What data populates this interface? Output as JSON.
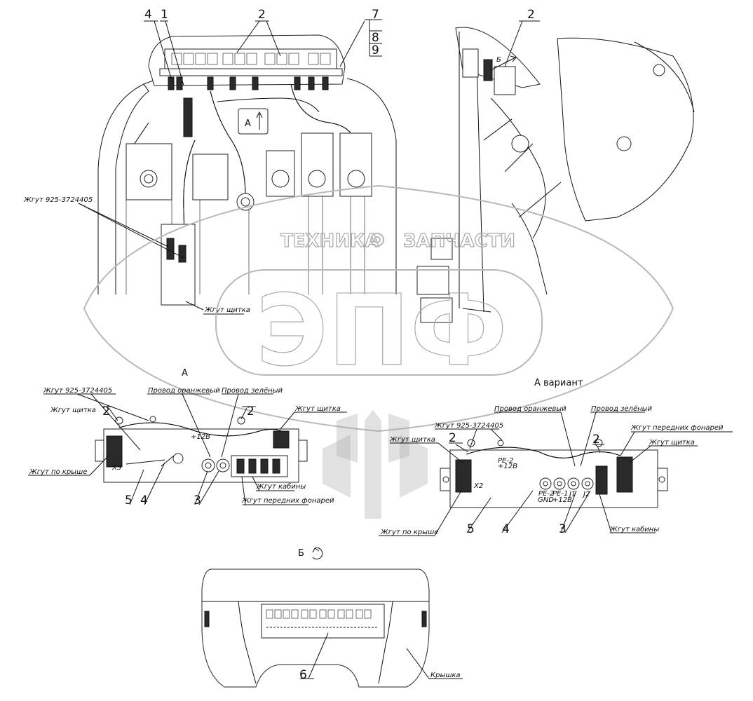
{
  "watermark": {
    "top_text_left": "ТЕХНИКА",
    "top_text_right": "ЗАПЧАСТИ",
    "main_text": "ЭПФ"
  },
  "callouts": {
    "top_left": [
      "4",
      "1",
      "2",
      "7",
      "8",
      "9"
    ],
    "top_right_2": "2",
    "top_right_b": "Б",
    "top_arrow_a": "А",
    "view_a_left": [
      "2",
      "2",
      "5",
      "4",
      "3"
    ],
    "view_a_right": [
      "2",
      "2",
      "5",
      "4",
      "3"
    ],
    "bottom": "6"
  },
  "view_titles": {
    "view_a": "А",
    "view_a_variant": "А вариант",
    "view_b": "Б"
  },
  "labels": {
    "zhgut_925": "Жгут 925-3724405",
    "zhgut_shchitka": "Жгут щитка",
    "zhgut_po_kryshe": "Жгут по крыше",
    "provod_oranzhevyi": "Провод оранжевый",
    "provod_zelenyi": "Провод зелёный",
    "zhgut_kabiny": "Жгут кабины",
    "zhgut_perednikh_fonarei": "Жгут передних фонарей",
    "kryshka": "Крышка"
  },
  "terminal_marks": {
    "plus12v": "+12В",
    "pe2": "PE-2",
    "pe1": "PE-1",
    "gnd": "GND",
    "j1": "J1",
    "j2": "J2",
    "x2": "X2",
    "x3": "X3"
  }
}
